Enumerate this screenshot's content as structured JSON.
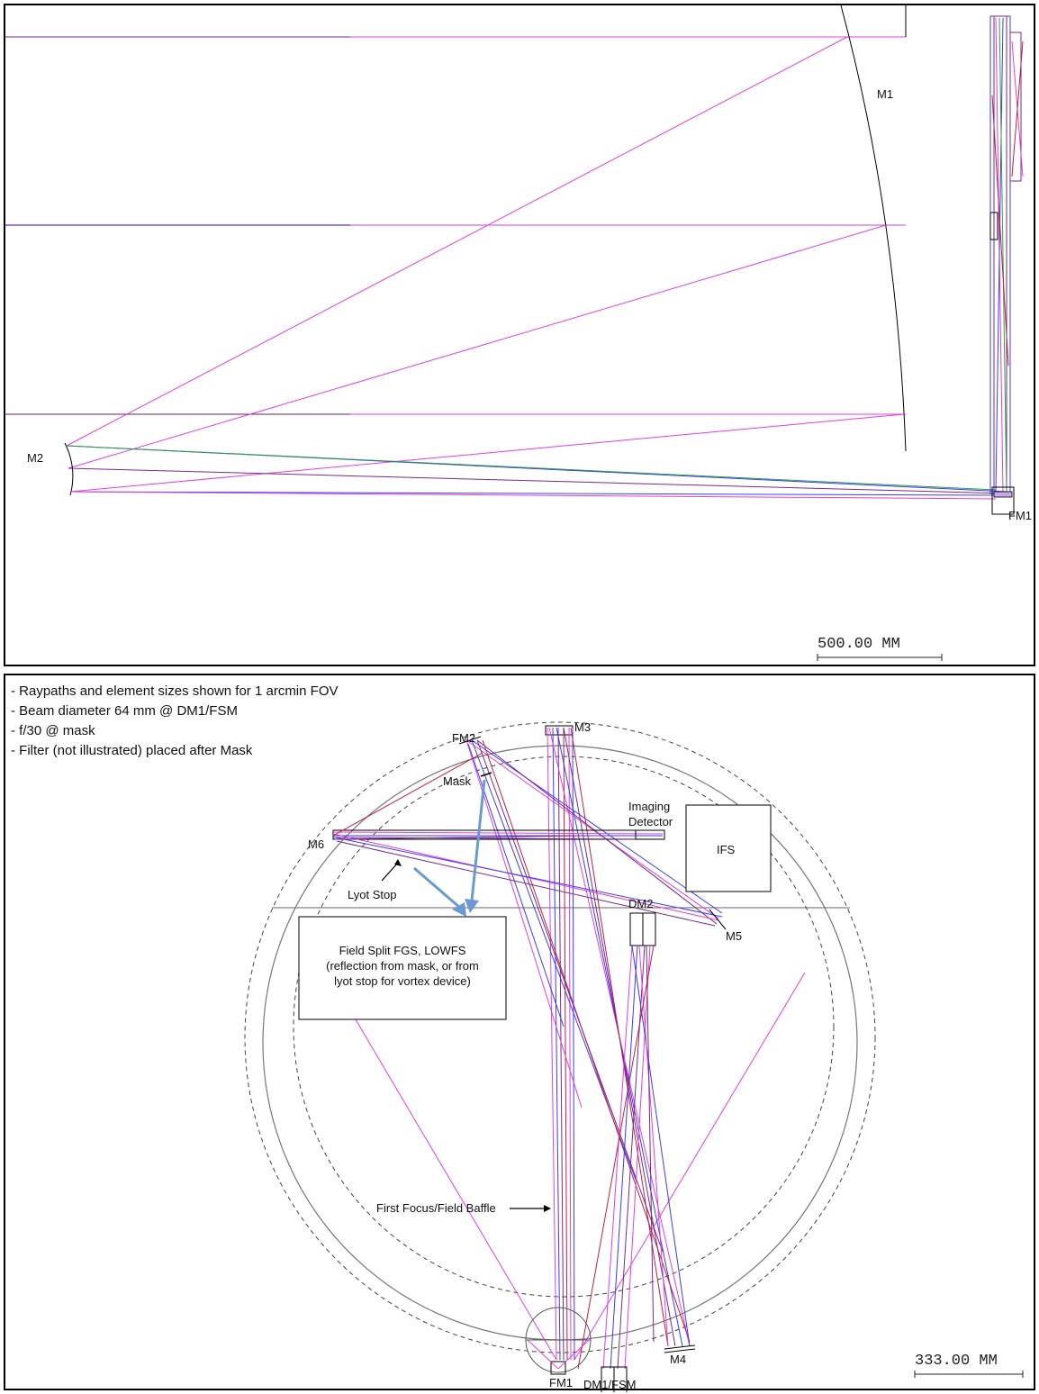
{
  "top_panel": {
    "labels": {
      "m1": "M1",
      "m2": "M2",
      "fm1": "FM1"
    },
    "scale_bar": "500.00  MM"
  },
  "bottom_panel": {
    "notes": [
      "- Raypaths and element sizes shown for 1 arcmin FOV",
      "- Beam diameter 64 mm @ DM1/FSM",
      "- f/30 @ mask",
      "- Filter (not illustrated) placed after Mask"
    ],
    "labels": {
      "fm2": "FM2",
      "m3": "M3",
      "mask": "Mask",
      "imaging_detector_1": "Imaging",
      "imaging_detector_2": "Detector",
      "ifs": "IFS",
      "m6": "M6",
      "lyot_stop": "Lyot Stop",
      "m5": "M5",
      "dm2": "DM2",
      "first_focus": "First Focus/Field Baffle",
      "m4": "M4",
      "fm1": "FM1",
      "dm1_fsm": "DM1/FSM"
    },
    "field_split_box": [
      "Field Split FGS, LOWFS",
      "(reflection from mask, or from",
      "lyot stop for vortex device)"
    ],
    "scale_bar": "333.00  MM"
  },
  "colors": {
    "ray_magenta": "#e040e0",
    "ray_blue": "#3a3aff",
    "ray_purple": "#7a2a8a",
    "ray_red": "#c02040",
    "ray_green": "#30a040",
    "arrow_blue": "#6a9ad0",
    "frame": "#000000"
  }
}
